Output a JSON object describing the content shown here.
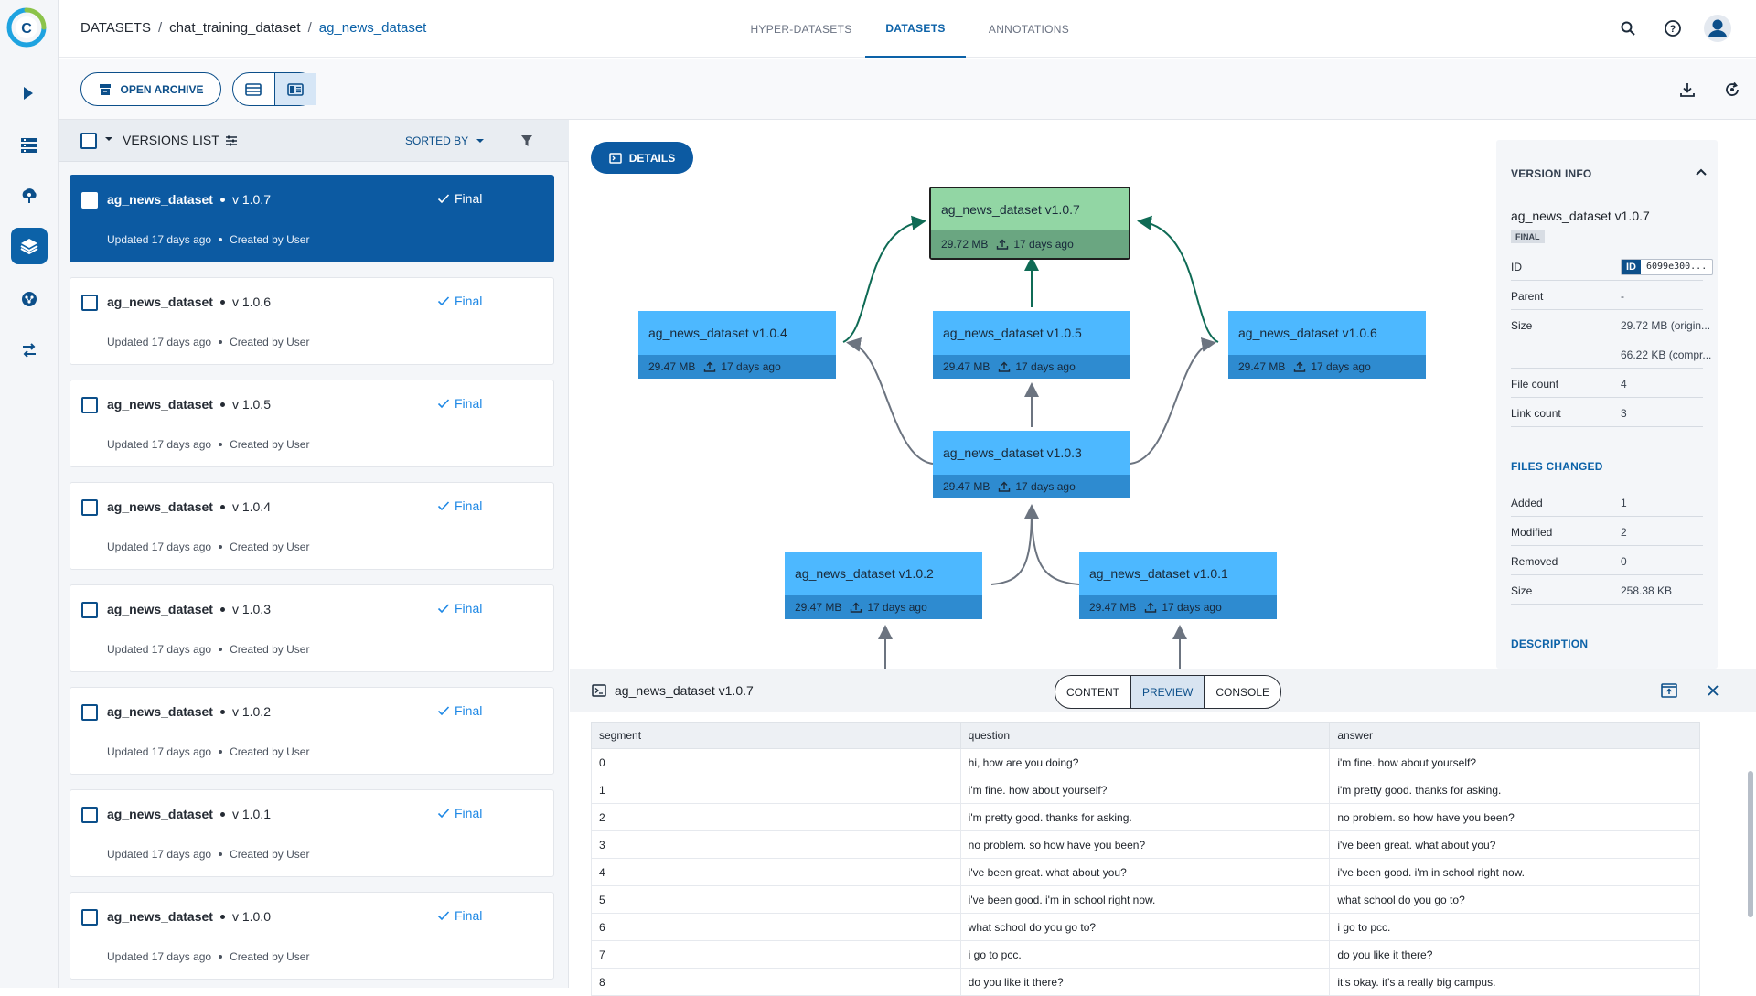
{
  "breadcrumb": {
    "root": "DATASETS",
    "project": "chat_training_dataset",
    "current": "ag_news_dataset"
  },
  "header_tabs": [
    "HYPER-DATASETS",
    "DATASETS",
    "ANNOTATIONS"
  ],
  "toolbar": {
    "open_archive": "OPEN ARCHIVE"
  },
  "versions_list": {
    "title": "VERSIONS LIST",
    "sorted_by": "SORTED BY",
    "items": [
      {
        "name": "ag_news_dataset",
        "version": "v 1.0.7",
        "status": "Final",
        "updated": "Updated 17 days ago",
        "creator": "Created by User"
      },
      {
        "name": "ag_news_dataset",
        "version": "v 1.0.6",
        "status": "Final",
        "updated": "Updated 17 days ago",
        "creator": "Created by User"
      },
      {
        "name": "ag_news_dataset",
        "version": "v 1.0.5",
        "status": "Final",
        "updated": "Updated 17 days ago",
        "creator": "Created by User"
      },
      {
        "name": "ag_news_dataset",
        "version": "v 1.0.4",
        "status": "Final",
        "updated": "Updated 17 days ago",
        "creator": "Created by User"
      },
      {
        "name": "ag_news_dataset",
        "version": "v 1.0.3",
        "status": "Final",
        "updated": "Updated 17 days ago",
        "creator": "Created by User"
      },
      {
        "name": "ag_news_dataset",
        "version": "v 1.0.2",
        "status": "Final",
        "updated": "Updated 17 days ago",
        "creator": "Created by User"
      },
      {
        "name": "ag_news_dataset",
        "version": "v 1.0.1",
        "status": "Final",
        "updated": "Updated 17 days ago",
        "creator": "Created by User"
      },
      {
        "name": "ag_news_dataset",
        "version": "v 1.0.0",
        "status": "Final",
        "updated": "Updated 17 days ago",
        "creator": "Created by User"
      }
    ]
  },
  "graph": {
    "details_button": "DETAILS",
    "nodes": {
      "v107": {
        "label": "ag_news_dataset v1.0.7",
        "size": "29.72 MB",
        "age": "17 days ago"
      },
      "v104": {
        "label": "ag_news_dataset v1.0.4",
        "size": "29.47 MB",
        "age": "17 days ago"
      },
      "v105": {
        "label": "ag_news_dataset v1.0.5",
        "size": "29.47 MB",
        "age": "17 days ago"
      },
      "v106": {
        "label": "ag_news_dataset v1.0.6",
        "size": "29.47 MB",
        "age": "17 days ago"
      },
      "v103": {
        "label": "ag_news_dataset v1.0.3",
        "size": "29.47 MB",
        "age": "17 days ago"
      },
      "v102": {
        "label": "ag_news_dataset v1.0.2",
        "size": "29.47 MB",
        "age": "17 days ago"
      },
      "v101": {
        "label": "ag_news_dataset v1.0.1",
        "size": "29.47 MB",
        "age": "17 days ago"
      }
    }
  },
  "version_info": {
    "title": "VERSION INFO",
    "name": "ag_news_dataset v1.0.7",
    "badge": "FINAL",
    "id_label": "ID",
    "id_badge": "ID",
    "id_value": "6099e300...",
    "parent_label": "Parent",
    "parent_value": "-",
    "size_label": "Size",
    "size_value": "29.72 MB (origin...",
    "size_value2": "66.22 KB (compr...",
    "file_count_label": "File count",
    "file_count_value": "4",
    "link_count_label": "Link count",
    "link_count_value": "3",
    "files_changed_title": "FILES CHANGED",
    "added_label": "Added",
    "added_value": "1",
    "modified_label": "Modified",
    "modified_value": "2",
    "removed_label": "Removed",
    "removed_value": "0",
    "fc_size_label": "Size",
    "fc_size_value": "258.38 KB",
    "description_title": "DESCRIPTION"
  },
  "preview": {
    "title": "ag_news_dataset v1.0.7",
    "tabs": [
      "CONTENT",
      "PREVIEW",
      "CONSOLE"
    ],
    "columns": [
      "segment",
      "question",
      "answer"
    ],
    "rows": [
      [
        "0",
        "hi, how are you doing?",
        "i'm fine. how about yourself?"
      ],
      [
        "1",
        "i'm fine. how about yourself?",
        "i'm pretty good. thanks for asking."
      ],
      [
        "2",
        "i'm pretty good. thanks for asking.",
        "no problem. so how have you been?"
      ],
      [
        "3",
        "no problem. so how have you been?",
        "i've been great. what about you?"
      ],
      [
        "4",
        "i've been great. what about you?",
        "i've been good. i'm in school right now."
      ],
      [
        "5",
        "i've been good. i'm in school right now.",
        "what school do you go to?"
      ],
      [
        "6",
        "what school do you go to?",
        "i go to pcc."
      ],
      [
        "7",
        "i go to pcc.",
        "do you like it there?"
      ],
      [
        "8",
        "do you like it there?",
        "it's okay. it's a really big campus."
      ]
    ]
  },
  "colors": {
    "primary": "#0c5aa2",
    "node": "#4db8ff",
    "node_current": "#92d6a4"
  }
}
